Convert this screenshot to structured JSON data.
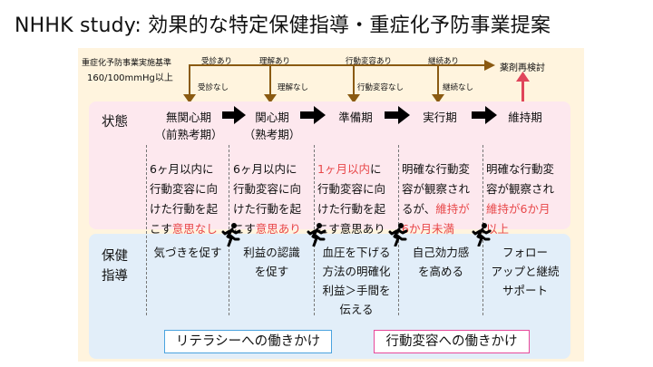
{
  "title": "NHHK study: 効果的な特定保健指導・重症化予防事業提案",
  "criteria": {
    "line1": "重症化予防事業実施基準",
    "line2": "160/100mmHg以上"
  },
  "flow_labels": {
    "visit_yes": "受診あり",
    "visit_no": "受診なし",
    "understand_yes": "理解あり",
    "understand_no": "理解なし",
    "change_yes": "行動変容あり",
    "change_no": "行動変容なし",
    "continue_yes": "継続あり",
    "continue_no": "継続なし",
    "drug_review": "薬剤再検討"
  },
  "sections": {
    "state": "状態",
    "guidance_1": "保健",
    "guidance_2": "指導"
  },
  "stages": [
    {
      "name": "無関心期",
      "sub": "（前熟考期）"
    },
    {
      "name": "関心期",
      "sub": "（熟考期）"
    },
    {
      "name": "準備期",
      "sub": ""
    },
    {
      "name": "実行期",
      "sub": ""
    },
    {
      "name": "維持期",
      "sub": ""
    }
  ],
  "descriptions": {
    "s1": {
      "l1": "6ヶ月以内に",
      "l2": "行動変容に向",
      "l3": "けた行動を起",
      "l4a": "こす",
      "l4b": "意思なし"
    },
    "s2": {
      "l1": "6ヶ月以内に",
      "l2": "行動変容に向",
      "l3": "けた行動を起",
      "l4a": "こす",
      "l4b": "意思あり"
    },
    "s3": {
      "l1a": "1ヶ月以内",
      "l1b": "に",
      "l2": "行動変容に向",
      "l3": "けた行動を起",
      "l4": "こす意思あり"
    },
    "s4": {
      "l1": "明確な行動変",
      "l2": "容が観察され",
      "l3a": "るが、",
      "l3b": "維持が",
      "l4": "6か月未満"
    },
    "s5": {
      "l1": "明確な行動変",
      "l2": "容が観察され",
      "l3a": "維持が6か月",
      "l4": "以上"
    }
  },
  "actions": {
    "a1": {
      "l1": "気づきを促す"
    },
    "a2": {
      "l1": "利益の認識",
      "l2": "を促す"
    },
    "a3": {
      "l1": "血圧を下げる",
      "l2": "方法の明確化",
      "l3": "利益＞手間を",
      "l4": "伝える"
    },
    "a4": {
      "l1": "自己効力感",
      "l2": "を高める"
    },
    "a5": {
      "l1": "フォロー",
      "l2": "アップと継続",
      "l3": "サポート"
    }
  },
  "bottom": {
    "literacy": "リテラシーへの働きかけ",
    "behavior": "行動変容への働きかけ"
  },
  "colors": {
    "accent_red": "#e8484a",
    "pink_bg": "#fde8ee",
    "blue_bg": "#e2eef9",
    "figure_bg": "#fff4de",
    "line_brown": "#8a5a12"
  }
}
